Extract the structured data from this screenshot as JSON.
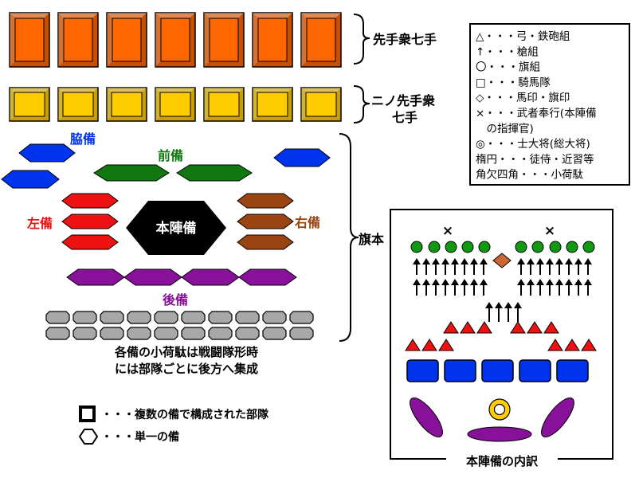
{
  "colors": {
    "vanguard": "#ff6600",
    "vanguard_edge": "#c94f00",
    "second_vanguard": "#ffcc00",
    "second_vanguard_edge": "#c9a000",
    "flank": "#0033ee",
    "front": "#117711",
    "left": "#ee1111",
    "right": "#994411",
    "rear": "#881199",
    "hq": "#000000",
    "baggage": "#a8a8a8",
    "circle_green": "#119911",
    "arrow": "#000000",
    "triangle_red": "#ee1111",
    "horse_blue": "#0033ee",
    "standard_brown": "#cc6633",
    "commander_gold": "#ffcc00",
    "ellipse_purple": "#881199"
  },
  "labels": {
    "vanguard": "先手衆七手",
    "second_vanguard_line1": "ニノ先手衆",
    "second_vanguard_line2": "七手",
    "flank": "脇備",
    "front": "前備",
    "left": "左備",
    "right": "右備",
    "rear": "後備",
    "hq": "本陣備",
    "hatamoto": "旗本",
    "baggage_note_line1": "各備の小荷駄は戦闘隊形時",
    "baggage_note_line2": "には部隊ごとに後方へ集成",
    "inset_title": "本陣備の内訳",
    "inset_x_left": "×",
    "inset_x_right": "×"
  },
  "legend": [
    "△・・・弓・鉄砲組",
    "↑・・・槍組",
    "〇・・・旗組",
    "□・・・騎馬隊",
    "◇・・・馬印・旗印",
    "×・・・武者奉行(本陣備",
    "　の指揮官)",
    "◎・・・士大将(総大将)",
    "楕円・・・徒侍・近習等",
    "角欠四角・・・小荷駄"
  ],
  "key": {
    "multi_unit": "・・・複数の備で構成された部隊",
    "single_unit": "・・・単一の備"
  },
  "counts": {
    "vanguard_units": 7,
    "second_vanguard_units": 7,
    "baggage_rows": 2,
    "baggage_per_row": 10
  }
}
